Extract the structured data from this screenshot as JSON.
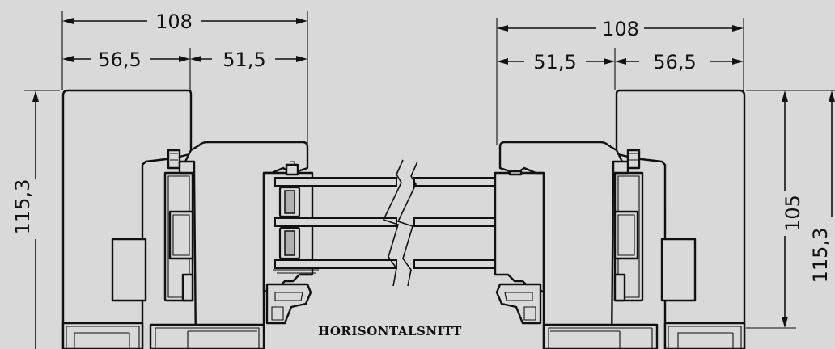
{
  "dimensions": {
    "left_total": "108",
    "left_part_a": "56,5",
    "left_part_b": "51,5",
    "right_total": "108",
    "right_part_a": "51,5",
    "right_part_b": "56,5",
    "left_height": "115,3",
    "right_height_inner": "105",
    "right_height_outer": "115,3"
  },
  "caption": "HORISONTALSNITT",
  "colors": {
    "background": "#d9d9d9",
    "line": "#111111"
  }
}
